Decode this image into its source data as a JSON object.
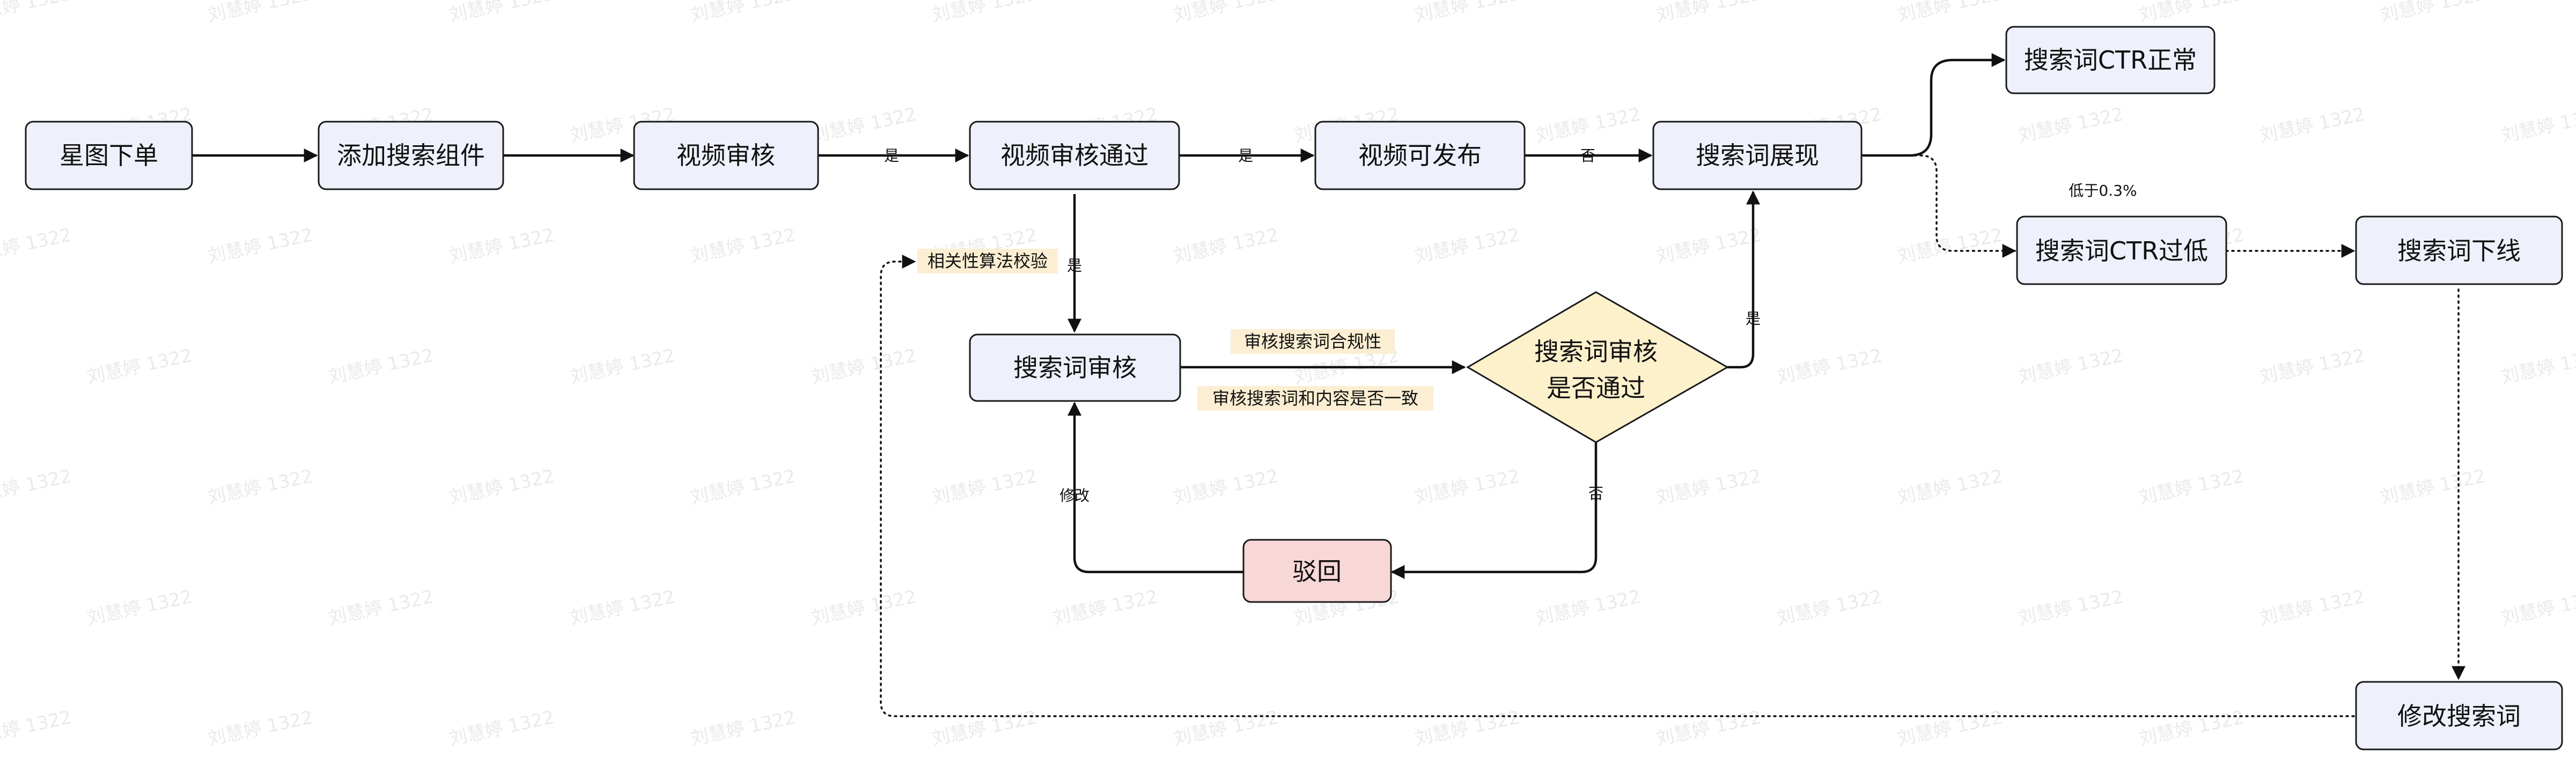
{
  "watermark": "刘慧婷 1322",
  "colors": {
    "node_default": "#eef1fb",
    "node_decision": "#fdf1cc",
    "node_reject": "#f8d7d7",
    "label_highlight": "#fbeed2",
    "line": "#111111"
  },
  "nodes": {
    "xingtu": "星图下单",
    "add_component": "添加搜索组件",
    "video_review": "视频审核",
    "video_review_pass": "视频审核通过",
    "video_publishable": "视频可发布",
    "keyword_display": "搜索词展现",
    "ctr_normal": "搜索词CTR正常",
    "ctr_low": "搜索词CTR过低",
    "keyword_offline": "搜索词下线",
    "modify_keyword": "修改搜索词",
    "keyword_review": "搜索词审核",
    "decision_line1": "搜索词审核",
    "decision_line2": "是否通过",
    "reject": "驳回"
  },
  "edge_labels": {
    "yes_1": "是",
    "yes_2": "是",
    "no_1": "否",
    "yes_down": "是",
    "relevance_check": "相关性算法校验",
    "compliance": "审核搜索词合规性",
    "consistency": "审核搜索词和内容是否一致",
    "decision_yes": "是",
    "decision_no": "否",
    "modify": "修改",
    "below": "低于0.3%"
  }
}
